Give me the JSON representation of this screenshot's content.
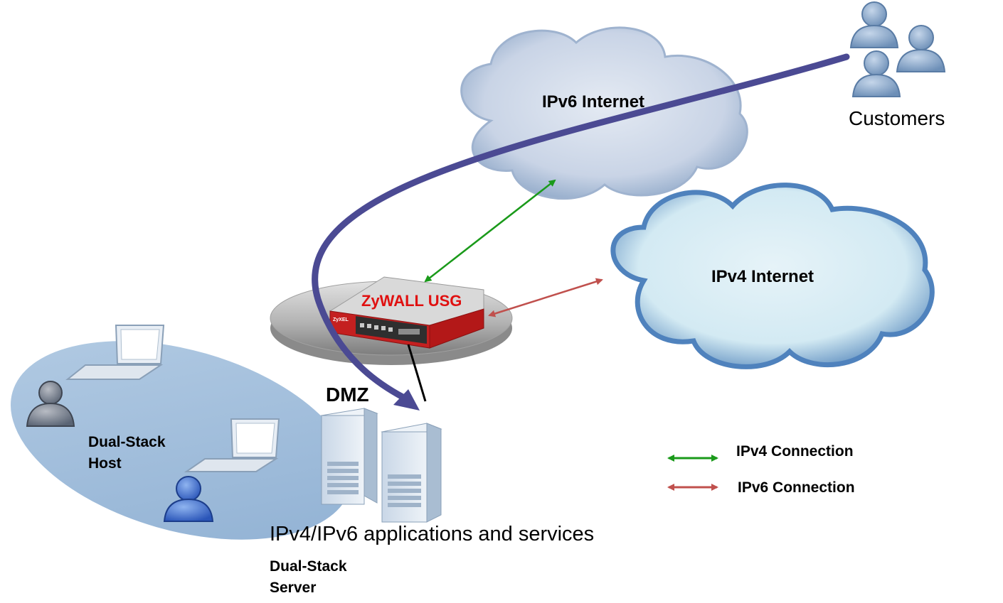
{
  "clouds": {
    "ipv6": {
      "label": "IPv6 Internet"
    },
    "ipv4": {
      "label": "IPv4 Internet"
    }
  },
  "customers": {
    "label": "Customers"
  },
  "device": {
    "label": "ZyWALL USG",
    "brand": "ZyXEL"
  },
  "dmz": {
    "label": "DMZ"
  },
  "host_zone": {
    "label_line1": "Dual-Stack",
    "label_line2": "Host"
  },
  "services": {
    "label": "IPv4/IPv6 applications and services"
  },
  "server": {
    "label_line1": "Dual-Stack",
    "label_line2": "Server"
  },
  "legend": {
    "ipv4": {
      "label": "IPv4 Connection",
      "color": "#1a9a1a"
    },
    "ipv6": {
      "label": "IPv6 Connection",
      "color": "#c0504d"
    }
  },
  "colors": {
    "flow_path": "#4b4a93",
    "device_text": "#e01010",
    "cloud_ipv6": "#c9d6e8",
    "cloud_ipv4": "#d6ecf4",
    "zone_fill": "#9dbbd9"
  }
}
